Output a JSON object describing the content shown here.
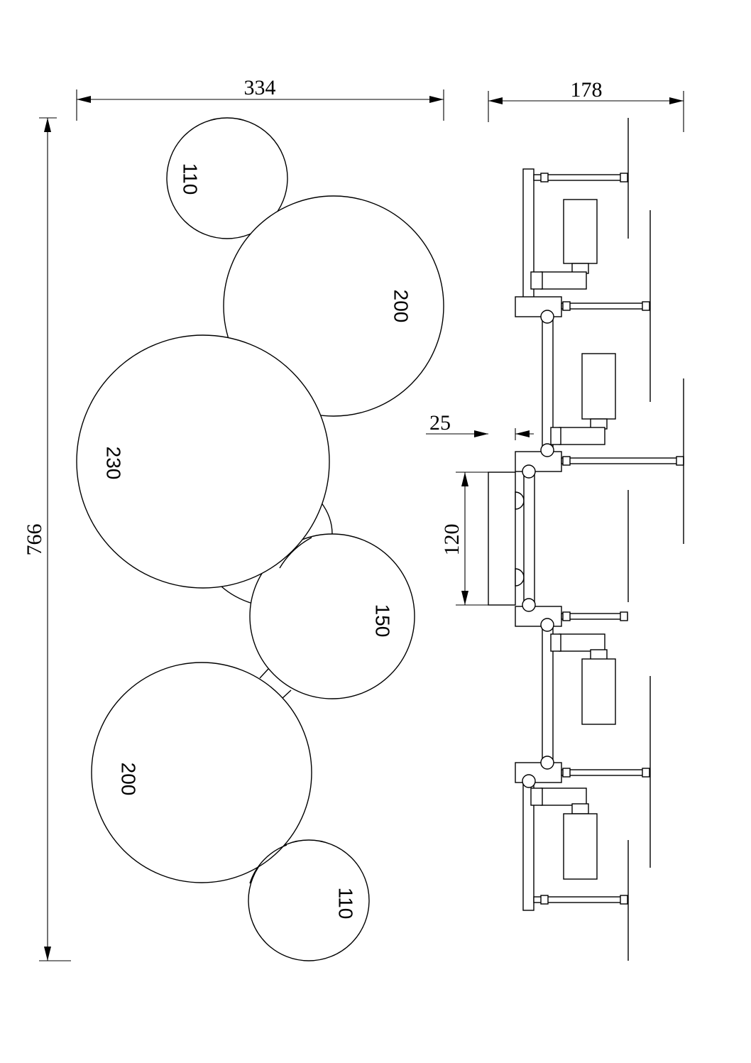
{
  "front_view": {
    "overall_width": "334",
    "overall_height": "766",
    "discs": [
      {
        "label": "110"
      },
      {
        "label": "200"
      },
      {
        "label": "230"
      },
      {
        "label": "150"
      },
      {
        "label": "200"
      },
      {
        "label": "110"
      }
    ]
  },
  "side_view": {
    "overall_depth": "178",
    "offset": "25",
    "mount_height": "120"
  }
}
